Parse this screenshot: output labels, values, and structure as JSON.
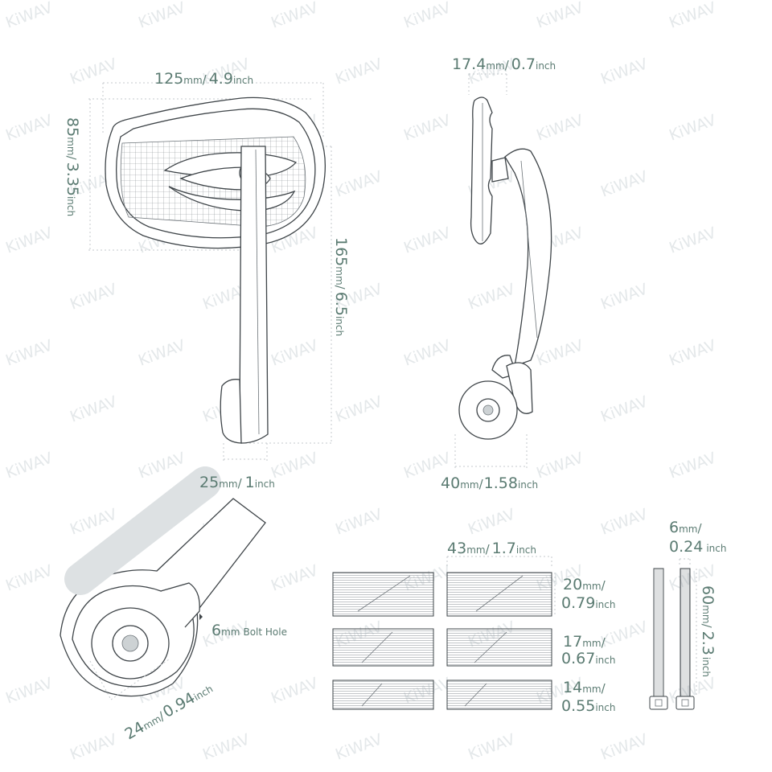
{
  "watermark": "KiWAV",
  "colors": {
    "label": "#5b7b72",
    "line": "#3e4448",
    "dim": "#c4c9cc",
    "watermark": "#e4e8ea"
  },
  "unit_mm": "mm",
  "unit_inch": "inch",
  "labels": {
    "front_width": {
      "mm": "125",
      "sep": "/",
      "inch": "4.9"
    },
    "front_height": {
      "mm": "85",
      "sep": "/",
      "inch": "3.35"
    },
    "total_height": {
      "mm": "165",
      "sep": "/",
      "inch": "6.5"
    },
    "arm_width": {
      "mm": "25",
      "sep": "/",
      "inch": "1"
    },
    "side_depth": {
      "mm": "17.4",
      "sep": "/",
      "inch": "0.7"
    },
    "mount_width": {
      "mm": "40",
      "sep": "/",
      "inch": "1.58"
    },
    "clamp_diameter": {
      "mm": "24",
      "sep": "/",
      "inch": "0.94"
    },
    "bolt_hole": {
      "mm": "6",
      "text": "Bolt Hole"
    },
    "spacer_width": {
      "mm": "43",
      "sep": "/",
      "inch": "1.7"
    },
    "spacer_20": {
      "mm": "20",
      "sep": "/",
      "inch": "0.79"
    },
    "spacer_17": {
      "mm": "17",
      "sep": "/",
      "inch": "0.67"
    },
    "spacer_14": {
      "mm": "14",
      "sep": "/",
      "inch": "0.55"
    },
    "bolt_diameter": {
      "mm": "6",
      "sep": "/",
      "inch": "0.24"
    },
    "bolt_length": {
      "mm": "60",
      "sep": "/",
      "inch": "2.3"
    }
  }
}
